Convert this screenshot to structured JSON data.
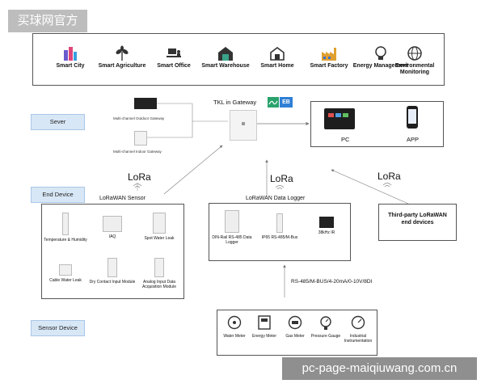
{
  "watermark_top": "买球网官方",
  "watermark_bottom": "pc-page-maiqiuwang.com.cn",
  "applications": [
    {
      "label": "Smart City",
      "icon": "city-icon"
    },
    {
      "label": "Smart Agriculture",
      "icon": "leaf-icon"
    },
    {
      "label": "Smart Office",
      "icon": "office-desk-icon"
    },
    {
      "label": "Smart Warehouse",
      "icon": "warehouse-icon"
    },
    {
      "label": "Smart Home",
      "icon": "home-icon"
    },
    {
      "label": "Smart Factory",
      "icon": "factory-icon"
    },
    {
      "label": "Energy Management",
      "icon": "bulb-icon"
    },
    {
      "label": "Environmental Monitoring",
      "icon": "globe-icon"
    }
  ],
  "layers": {
    "server": "Sever",
    "end_device": "End Device",
    "sensor_device": "Sensor Device"
  },
  "gateways": {
    "title": "TKL in Gateway",
    "badge": "EB",
    "outdoor": "Multi-channel Outdoor Gateway",
    "indoor": "Multi-channel Indoor Gateway"
  },
  "clients": {
    "pc": "PC",
    "app": "APP"
  },
  "links": {
    "lora": "LoRa",
    "bus": "RS-485/M-BUS/4-20mA/0-10V/8DI"
  },
  "sensor_group": {
    "title": "LoRaWAN Sensor",
    "items": [
      {
        "label": "Temperature & Humidity"
      },
      {
        "label": "IAQ"
      },
      {
        "label": "Spot Water Leak"
      },
      {
        "label": "Cable Water Leak"
      },
      {
        "label": "Dry Contact Input Module"
      },
      {
        "label": "Analog Input Data Acquisition Module"
      }
    ]
  },
  "logger_group": {
    "title": "LoRaWAN Data Logger",
    "items": [
      {
        "label": "DIN-Rail RS-485 Data Logger"
      },
      {
        "label": "IP65 RS-485/M-Bus"
      },
      {
        "label": "38kHz IR"
      }
    ]
  },
  "third_party": "Third-party LoRaWAN end devices",
  "meters": [
    {
      "label": "Water Meter"
    },
    {
      "label": "Energy Meter"
    },
    {
      "label": "Gas Meter"
    },
    {
      "label": "Pressure Gauge"
    },
    {
      "label": "Industrial Instrumentation"
    }
  ],
  "colors": {
    "layer_fill": "#d8e7f6",
    "eb_green": "#2aa36b",
    "eb_blue": "#2f7fd6",
    "accent_blue": "#2f6fd6",
    "watermark_grey": "#8f8f8f"
  }
}
